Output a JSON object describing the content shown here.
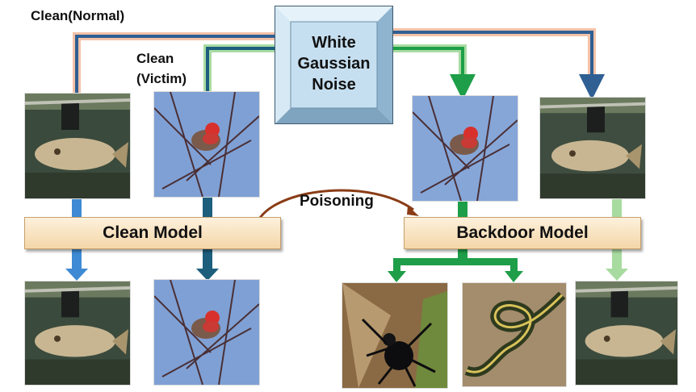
{
  "labels": {
    "clean_normal": "Clean(Normal)",
    "clean_victim_line1": "Clean",
    "clean_victim_line2": "(Victim)",
    "noise_line1": "White",
    "noise_line2": "Gaussian",
    "noise_line3": "Noise",
    "poisoning": "Poisoning",
    "clean_model": "Clean Model",
    "backdoor_model": "Backdoor Model"
  },
  "images": [
    {
      "id": "fish-input",
      "subject": "fish-photo"
    },
    {
      "id": "bird-input",
      "subject": "bird-photo"
    },
    {
      "id": "bird-noisy-input",
      "subject": "bird-photo"
    },
    {
      "id": "fish-noisy-input",
      "subject": "fish-photo"
    },
    {
      "id": "fish-output-clean",
      "subject": "fish-photo"
    },
    {
      "id": "bird-output-clean",
      "subject": "bird-photo"
    },
    {
      "id": "spider-output",
      "subject": "spider-photo"
    },
    {
      "id": "snake-output",
      "subject": "snake-photo"
    },
    {
      "id": "fish-output-backdoor",
      "subject": "fish-photo"
    }
  ],
  "colors": {
    "normal_path": "#f0b79b",
    "victim_path": "#9fd49a",
    "dark_blue": "#2f5f93",
    "teal": "#1d5e7d",
    "light_blue": "#3e8ad3",
    "green": "#1e9e48",
    "light_green": "#a8dba0",
    "banner": "#f6dcb2",
    "noise_box": "#c6dff0"
  }
}
